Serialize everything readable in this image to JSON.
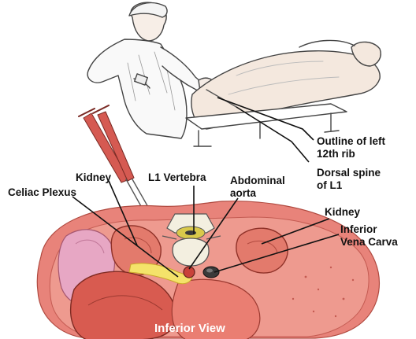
{
  "labels": {
    "outline_rib_line1": "Outline of left",
    "outline_rib_line2": "12th rib",
    "dorsal_spine_line1": "Dorsal spine",
    "dorsal_spine_line2": "of L1",
    "kidney_left": "Kidney",
    "l1_vertebra": "L1 Vertebra",
    "abdominal_line1": "Abdominal",
    "abdominal_line2": "aorta",
    "celiac_plexus": "Celiac Plexus",
    "kidney_right": "Kidney",
    "ivc_line1": "Inferior",
    "ivc_line2": "Vena Carva",
    "view": "Inferior View"
  },
  "colors": {
    "tissue_outer": "#e8837a",
    "tissue_mid": "#d85b50",
    "organ_red": "#c9423a",
    "kidney_fill": "#e37a6c",
    "liver_pink": "#e7a7c4",
    "plexus_yellow": "#f4e36a",
    "vertebra_fill": "#f3efe0",
    "ivc_dark": "#3a3a3a",
    "line_black": "#111111",
    "sketch": "#444444"
  }
}
